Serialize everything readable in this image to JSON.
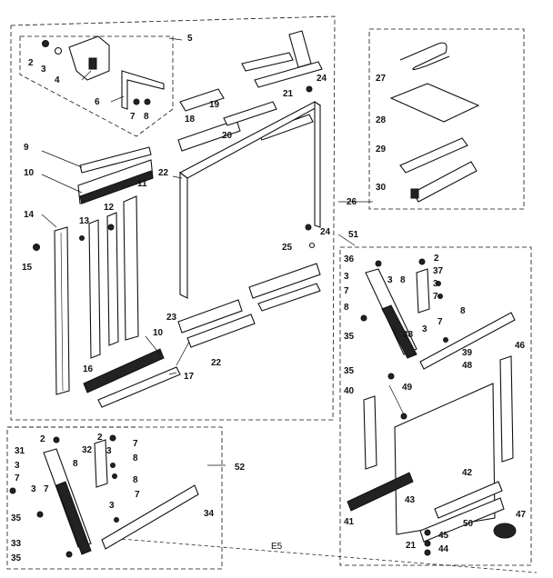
{
  "diagram": {
    "caption": "E5",
    "colors": {
      "ink": "#111111",
      "paper": "#ffffff"
    },
    "callouts": [
      {
        "id": "c2a",
        "text": "2"
      },
      {
        "id": "c3a",
        "text": "3"
      },
      {
        "id": "c4",
        "text": "4"
      },
      {
        "id": "c5",
        "text": "5"
      },
      {
        "id": "c6",
        "text": "6"
      },
      {
        "id": "c7a",
        "text": "7"
      },
      {
        "id": "c8a",
        "text": "8"
      },
      {
        "id": "c18",
        "text": "18"
      },
      {
        "id": "c19",
        "text": "19"
      },
      {
        "id": "c20",
        "text": "20"
      },
      {
        "id": "c21a",
        "text": "21"
      },
      {
        "id": "c24a",
        "text": "24"
      },
      {
        "id": "c9",
        "text": "9"
      },
      {
        "id": "c10a",
        "text": "10"
      },
      {
        "id": "c11",
        "text": "11"
      },
      {
        "id": "c14",
        "text": "14"
      },
      {
        "id": "c13",
        "text": "13"
      },
      {
        "id": "c12",
        "text": "12"
      },
      {
        "id": "c15",
        "text": "15"
      },
      {
        "id": "c22a",
        "text": "22"
      },
      {
        "id": "c24b",
        "text": "24"
      },
      {
        "id": "c25",
        "text": "25"
      },
      {
        "id": "c23",
        "text": "23"
      },
      {
        "id": "c22b",
        "text": "22"
      },
      {
        "id": "c16",
        "text": "16"
      },
      {
        "id": "c10b",
        "text": "10"
      },
      {
        "id": "c17",
        "text": "17"
      },
      {
        "id": "c27",
        "text": "27"
      },
      {
        "id": "c28",
        "text": "28"
      },
      {
        "id": "c29",
        "text": "29"
      },
      {
        "id": "c30",
        "text": "30"
      },
      {
        "id": "c26",
        "text": "26"
      },
      {
        "id": "c51",
        "text": "51"
      },
      {
        "id": "c36",
        "text": "36"
      },
      {
        "id": "c2b",
        "text": "2"
      },
      {
        "id": "c37",
        "text": "37"
      },
      {
        "id": "c3b",
        "text": "3"
      },
      {
        "id": "c3c",
        "text": "3"
      },
      {
        "id": "c7b",
        "text": "7"
      },
      {
        "id": "c8b",
        "text": "8"
      },
      {
        "id": "c3d",
        "text": "3"
      },
      {
        "id": "c8c",
        "text": "8"
      },
      {
        "id": "c7c",
        "text": "7"
      },
      {
        "id": "c8d",
        "text": "8"
      },
      {
        "id": "c38",
        "text": "38"
      },
      {
        "id": "c3e",
        "text": "3"
      },
      {
        "id": "c7d",
        "text": "7"
      },
      {
        "id": "c35a",
        "text": "35"
      },
      {
        "id": "c39",
        "text": "39"
      },
      {
        "id": "c46",
        "text": "46"
      },
      {
        "id": "c35b",
        "text": "35"
      },
      {
        "id": "c48",
        "text": "48"
      },
      {
        "id": "c40",
        "text": "40"
      },
      {
        "id": "c49",
        "text": "49"
      },
      {
        "id": "c42",
        "text": "42"
      },
      {
        "id": "c43",
        "text": "43"
      },
      {
        "id": "c41",
        "text": "41"
      },
      {
        "id": "c50",
        "text": "50"
      },
      {
        "id": "c47",
        "text": "47"
      },
      {
        "id": "c45",
        "text": "45"
      },
      {
        "id": "c21b",
        "text": "21"
      },
      {
        "id": "c44",
        "text": "44"
      },
      {
        "id": "c2c",
        "text": "2"
      },
      {
        "id": "c2d",
        "text": "2"
      },
      {
        "id": "c31",
        "text": "31"
      },
      {
        "id": "c32",
        "text": "32"
      },
      {
        "id": "c3f",
        "text": "3"
      },
      {
        "id": "c7e",
        "text": "7"
      },
      {
        "id": "c52",
        "text": "52"
      },
      {
        "id": "c3g",
        "text": "3"
      },
      {
        "id": "c8e",
        "text": "8"
      },
      {
        "id": "c7f",
        "text": "7"
      },
      {
        "id": "c8f",
        "text": "8"
      },
      {
        "id": "c8g",
        "text": "8"
      },
      {
        "id": "c3h",
        "text": "3"
      },
      {
        "id": "c7g",
        "text": "7"
      },
      {
        "id": "c7h",
        "text": "7"
      },
      {
        "id": "c3i",
        "text": "3"
      },
      {
        "id": "c35c",
        "text": "35"
      },
      {
        "id": "c34",
        "text": "34"
      },
      {
        "id": "c33",
        "text": "33"
      },
      {
        "id": "c35d",
        "text": "35"
      }
    ]
  }
}
